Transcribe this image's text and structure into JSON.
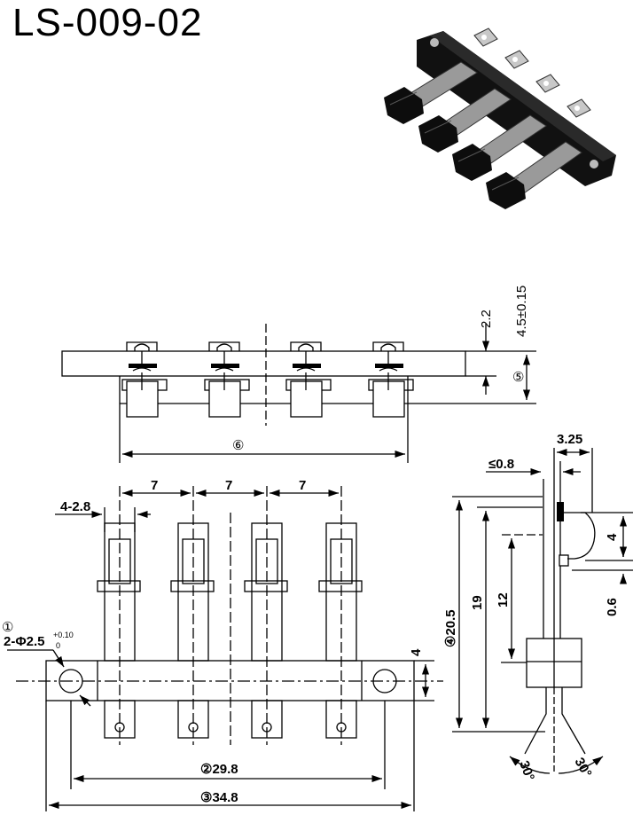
{
  "title": "LS-009-02",
  "photo_alt": "product photo: 4-position slide switch with black plastic base and metal terminals",
  "front_view": {
    "height_overall": "4.5±0.15",
    "height_top": "2.2",
    "callout_5": "⑤",
    "callout_6": "⑥"
  },
  "top_view": {
    "pitch_1": "7",
    "pitch_2": "7",
    "pitch_3": "7",
    "actuator_width": "4-2.8",
    "hole_callout_num": "①",
    "hole_callout": "2-Φ2.5",
    "hole_tol_upper": "+0.10",
    "hole_tol_lower": "0",
    "base_height": "4",
    "hole_spacing": "②29.8",
    "total_length": "③34.8"
  },
  "side_view": {
    "width_top": "3.25",
    "thickness": "≤0.8",
    "height_total": "④20.5",
    "height_19": "19",
    "height_12": "12",
    "knob_4": "4",
    "gap_06": "0.6",
    "angle_left": "30°",
    "angle_right": "30°"
  }
}
